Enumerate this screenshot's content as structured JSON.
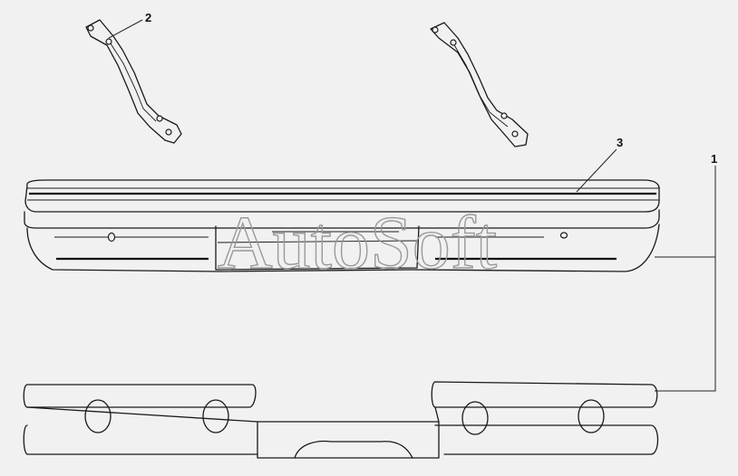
{
  "diagram": {
    "callouts": [
      {
        "id": "1",
        "label": "1"
      },
      {
        "id": "2",
        "label": "2"
      },
      {
        "id": "3",
        "label": "3"
      }
    ],
    "watermark": "AutoSoft",
    "colors": {
      "background": "#f1f1f1",
      "line": "#1a1a1a",
      "watermark": "#9a9a9a"
    }
  }
}
